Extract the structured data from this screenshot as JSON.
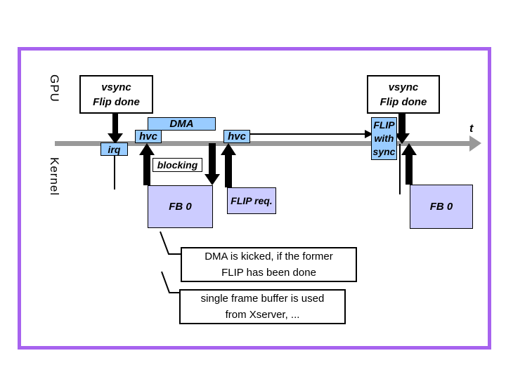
{
  "slide": {
    "lane_labels": {
      "gpu": "GPU",
      "kernel": "Kernel"
    },
    "timeline": {
      "axis_label": "t"
    },
    "boxes": {
      "vsync_left": "vsync\nFlip done",
      "vsync_right": "vsync\nFlip done",
      "dma": "DMA",
      "hvc_1": "hvc",
      "hvc_2": "hvc",
      "irq": "irq",
      "flip_with_sync": "FLIP\nwith\nsync",
      "blocking": "blocking",
      "fb0_left": "FB 0",
      "flip_req": "FLIP req.",
      "fb0_right": "FB 0"
    },
    "callouts": {
      "dma_kicked": "DMA is kicked, if the former\nFLIP has been done",
      "single_fb": "single frame buffer is used\nfrom Xserver, ..."
    },
    "colors": {
      "event_blue": "#99ccff",
      "buffer_lavender": "#ccccff",
      "timeline_gray": "#999999",
      "frame_purple": "#a763ef"
    }
  }
}
